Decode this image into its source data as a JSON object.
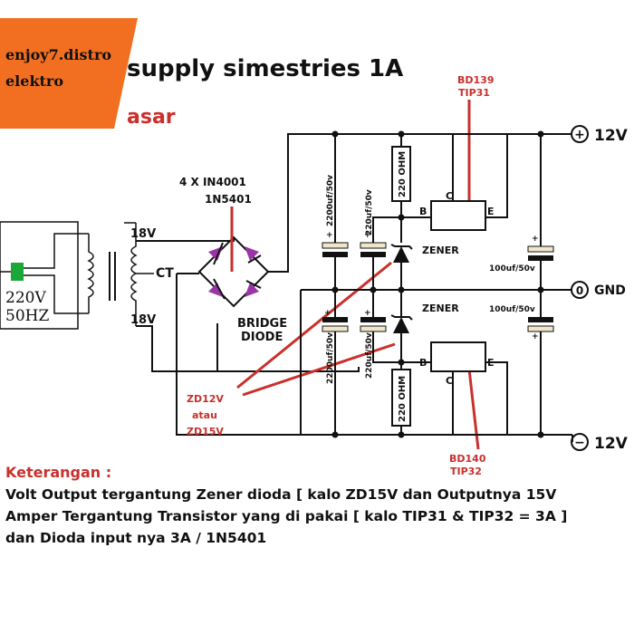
{
  "title": "supply simestries 1A",
  "subtitle": "asar",
  "watermark": "enjoy7.distro elektro",
  "colors": {
    "banner": "#f26f21",
    "red": "#c9302c",
    "diode": "#9b35a7",
    "led": "#1aa83a",
    "cap": "#f0e6c9"
  },
  "labels": {
    "mains": [
      "220V",
      "50HZ"
    ],
    "tap_top": "18V",
    "tap_center": "CT",
    "tap_bottom": "18V",
    "bridge_top": [
      "4 X IN4001",
      "1N5401"
    ],
    "bridge_bottom": [
      "BRIDGE",
      "DIODE"
    ],
    "cap_big": "2200uf/50v",
    "cap_small": "220uf/50v",
    "cap_out": "100uf/50v",
    "resistor": "220 OHM",
    "zener": "ZENER",
    "pin_b": "B",
    "pin_c": "C",
    "pin_e": "E",
    "trans_top": [
      "BD139",
      "TIP31"
    ],
    "trans_bottom": [
      "BD140",
      "TIP32"
    ],
    "zd": [
      "ZD12V",
      "atau",
      "ZD15V"
    ],
    "out_pos": "12V",
    "out_gnd": "GND",
    "out_neg": "12V",
    "plus": "+",
    "minus": "−",
    "zero": "0"
  },
  "notes": {
    "title": "Keterangan :",
    "lines": [
      "Volt Output tergantung Zener dioda [ kalo ZD15V dan Outputnya 15V",
      "Amper Tergantung Transistor yang di pakai [ kalo TIP31 & TIP32 = 3A ]",
      "dan Dioda input nya 3A / 1N5401"
    ]
  }
}
